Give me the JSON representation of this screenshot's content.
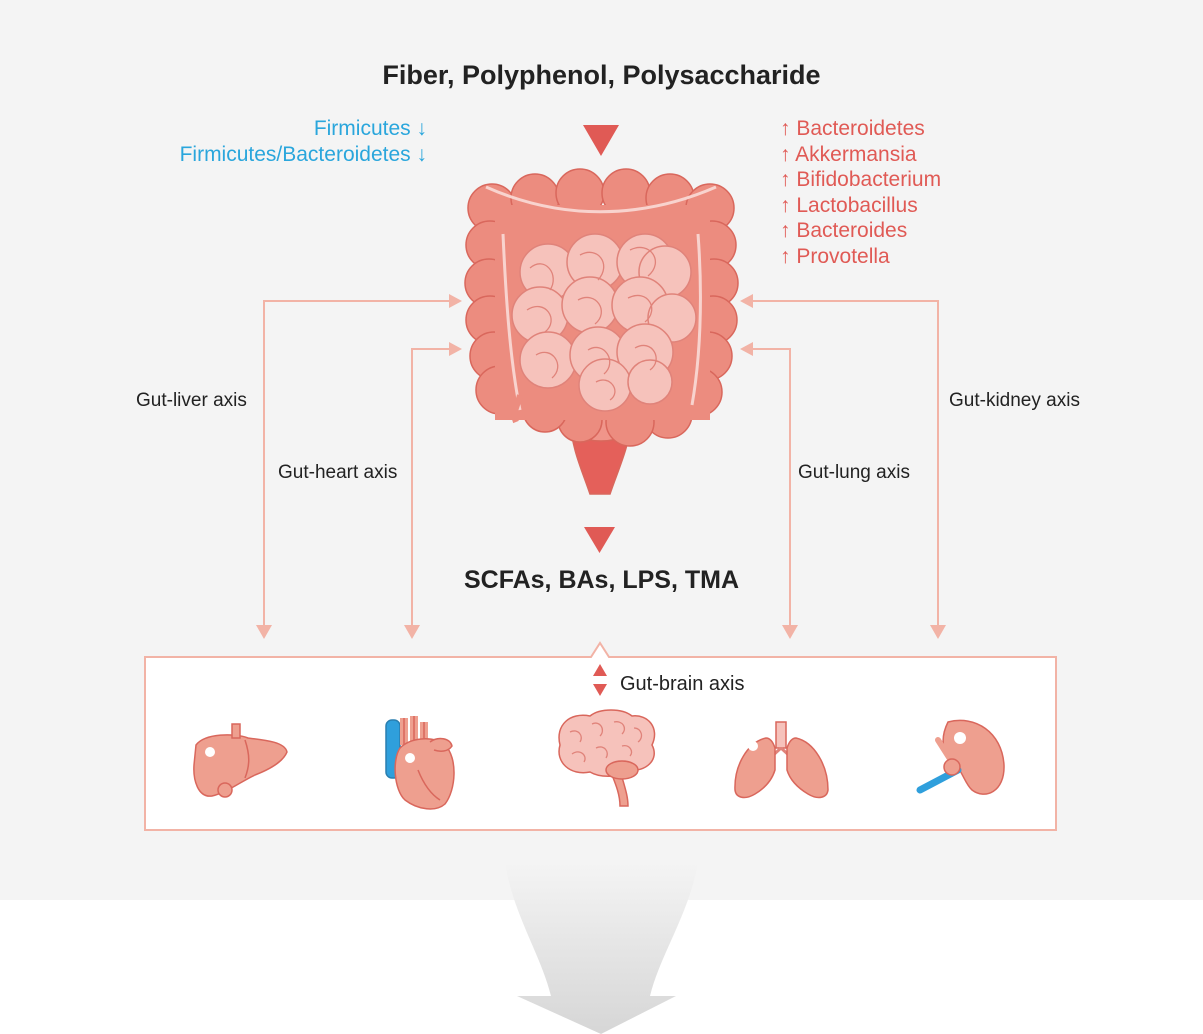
{
  "title": "Fiber, Polyphenol, Polysaccharide",
  "decreased_taxa": [
    "Firmicutes ↓",
    "Firmicutes/Bacteroidetes ↓"
  ],
  "increased_taxa": [
    "↑ Bacteroidetes",
    "↑ Akkermansia",
    "↑ Bifidobacterium",
    "↑ Lactobacillus",
    "↑ Bacteroides",
    "↑ Provotella"
  ],
  "metabolites": "SCFAs, BAs, LPS, TMA",
  "axes": {
    "liver": "Gut-liver axis",
    "heart": "Gut-heart axis",
    "lung": "Gut-lung axis",
    "kidney": "Gut-kidney axis",
    "brain": "Gut-brain axis"
  },
  "organ_icons": [
    "liver-icon",
    "heart-icon",
    "brain-icon",
    "lungs-icon",
    "kidney-icon"
  ],
  "colors": {
    "arrow_red": "#e05a55",
    "axis_line": "#f2b3a6",
    "increase_text": "#e05a55",
    "decrease_text": "#2aa6dc",
    "organ_fill": "#ee9f8f",
    "intestine_outer": "#ec8c7f",
    "intestine_inner": "#f6c2bb"
  }
}
